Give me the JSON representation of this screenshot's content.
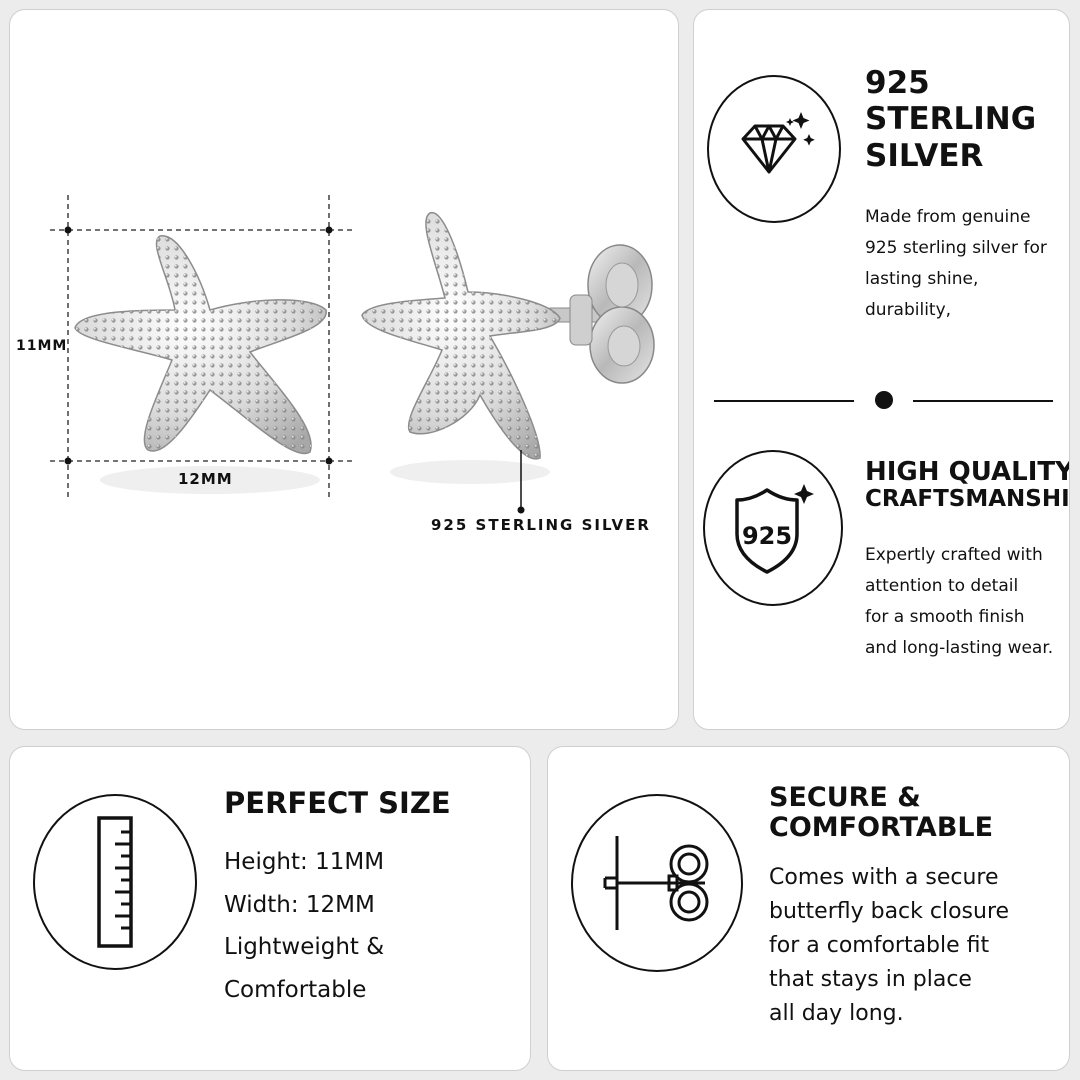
{
  "product": {
    "height_label": "11MM",
    "width_label": "12MM",
    "material_tag": "925 STERLING SILVER"
  },
  "silver": {
    "title_line1": "925",
    "title_line2": "STERLING",
    "title_line3": "SILVER",
    "desc_lines": [
      "Made from genuine",
      "925 sterling silver for",
      "lasting shine, durability,"
    ]
  },
  "quality": {
    "badge_text": "925",
    "title_line1": "HIGH QUALITY",
    "title_line2": "CRAFTSMANSHIP",
    "desc_lines": [
      "Expertly crafted with",
      "attention to detail",
      "for a smooth finish",
      "and long-lasting wear."
    ]
  },
  "size": {
    "title": "PERFECT SIZE",
    "lines": [
      "Height: 11MM",
      "Width: 12MM",
      "Lightweight &",
      "Comfortable"
    ]
  },
  "secure": {
    "title_line1": "SECURE &",
    "title_line2": "COMFORTABLE",
    "lines": [
      "Comes with a secure",
      "butterfly back closure",
      "for a comfortable fit",
      "that stays in place",
      "all day long."
    ]
  }
}
